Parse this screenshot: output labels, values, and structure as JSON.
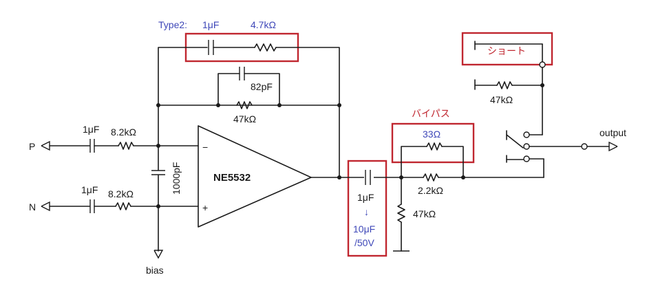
{
  "labels": {
    "type2": "Type2:",
    "type2_cap": "1μF",
    "type2_res": "4.7kΩ",
    "fb_cap": "82pF",
    "fb_res": "47kΩ",
    "in_p_cap": "1μF",
    "in_p_res": "8.2kΩ",
    "in_n_cap": "1μF",
    "in_n_res": "8.2kΩ",
    "port_p": "P",
    "port_n": "N",
    "bias": "bias",
    "c_diff": "1000pF",
    "opamp": "NE5532",
    "minus": "−",
    "plus": "+",
    "out_cap": "1μF",
    "arrow": "↓",
    "out_cap_new": "10μF",
    "out_cap_volt": "/50V",
    "bypass": "バイパス",
    "bypass_res": "33Ω",
    "series_res": "2.2kΩ",
    "shunt_res": "47kΩ",
    "short": "ショート",
    "short_res": "47kΩ",
    "output": "output"
  },
  "colors": {
    "annotation_blue": "#3e47b8",
    "annotation_red": "#c0262f",
    "ink": "#1a1a1a"
  }
}
